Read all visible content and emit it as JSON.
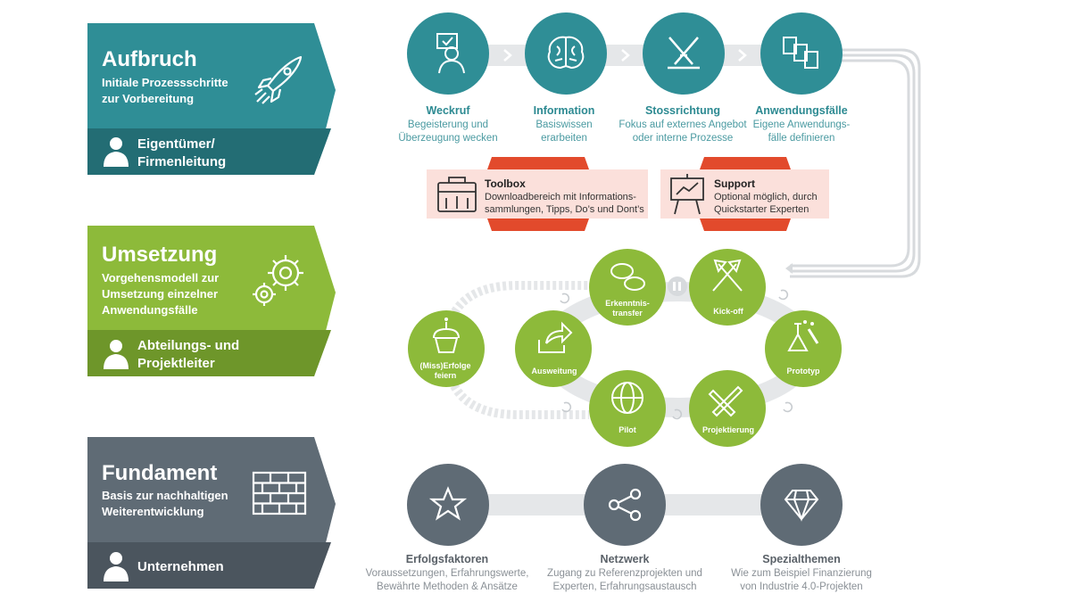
{
  "colors": {
    "teal": "#2f8e96",
    "teal_dark": "#236d74",
    "green": "#8dba3a",
    "green_dark": "#6e962a",
    "slate": "#5f6b75",
    "slate_dark": "#4b555e",
    "pink": "#fbe0db",
    "red": "#e24a2c"
  },
  "stages": [
    {
      "title": "Aufbruch",
      "subtitle": [
        "Initiale Prozessschritte",
        "zur Vorbereitung"
      ],
      "role": [
        "Eigentümer/",
        "Firmenleitung"
      ],
      "icon": "rocket-icon"
    },
    {
      "title": "Umsetzung",
      "subtitle": [
        "Vorgehensmodell zur",
        "Umsetzung einzelner",
        "Anwendungsfälle"
      ],
      "role": [
        "Abteilungs- und",
        "Projektleiter"
      ],
      "icon": "gears-icon"
    },
    {
      "title": "Fundament",
      "subtitle": [
        "Basis zur nachhaltigen",
        "Weiterentwicklung"
      ],
      "role": [
        "Unternehmen"
      ],
      "icon": "brick-wall-icon"
    }
  ],
  "top_steps": [
    {
      "title": "Weckruf",
      "desc": [
        "Begeisterung und",
        "Überzeugung wecken"
      ],
      "icon": "wake-up-call-icon"
    },
    {
      "title": "Information",
      "desc": [
        "Basiswissen",
        "erarbeiten"
      ],
      "icon": "brain-icon"
    },
    {
      "title": "Stossrichtung",
      "desc": [
        "Fokus auf externes Angebot",
        "oder interne Prozesse"
      ],
      "icon": "crossed-swords-icon"
    },
    {
      "title": "Anwendungsfälle",
      "desc": [
        "Eigene Anwendungs-",
        "fälle definieren"
      ],
      "icon": "numbered-documents-icon"
    }
  ],
  "support_boxes": [
    {
      "title": "Toolbox",
      "desc": [
        "Downloadbereich mit Informations-",
        "sammlungen, Tipps, Do’s und Dont’s"
      ],
      "icon": "toolbox-icon"
    },
    {
      "title": "Support",
      "desc": [
        "Optional möglich, durch",
        "Quickstarter Experten"
      ],
      "icon": "presentation-board-icon"
    }
  ],
  "cycle": [
    {
      "label": [
        "Erkenntnis-",
        "transfer"
      ],
      "icon": "speech-bubbles-icon"
    },
    {
      "label": [
        "Kick-off"
      ],
      "icon": "crossed-flags-icon"
    },
    {
      "label": [
        "Prototyp"
      ],
      "icon": "flask-icon"
    },
    {
      "label": [
        "Projektierung"
      ],
      "icon": "pencil-ruler-icon"
    },
    {
      "label": [
        "Pilot"
      ],
      "icon": "globe-icon"
    },
    {
      "label": [
        "Ausweitung"
      ],
      "icon": "share-arrow-icon"
    },
    {
      "label": [
        "(Miss)Erfolge",
        "feiern"
      ],
      "icon": "cupcake-icon"
    }
  ],
  "bottom_steps": [
    {
      "title": "Erfolgsfaktoren",
      "desc": [
        "Voraussetzungen, Erfahrungswerte,",
        "Bewährte Methoden & Ansätze"
      ],
      "icon": "star-icon"
    },
    {
      "title": "Netzwerk",
      "desc": [
        "Zugang zu Referenzprojekten und",
        "Experten, Erfahrungsaustausch"
      ],
      "icon": "network-share-icon"
    },
    {
      "title": "Spezialthemen",
      "desc": [
        "Wie zum Beispiel Finanzierung",
        "von Industrie 4.0-Projekten"
      ],
      "icon": "diamond-icon"
    }
  ]
}
